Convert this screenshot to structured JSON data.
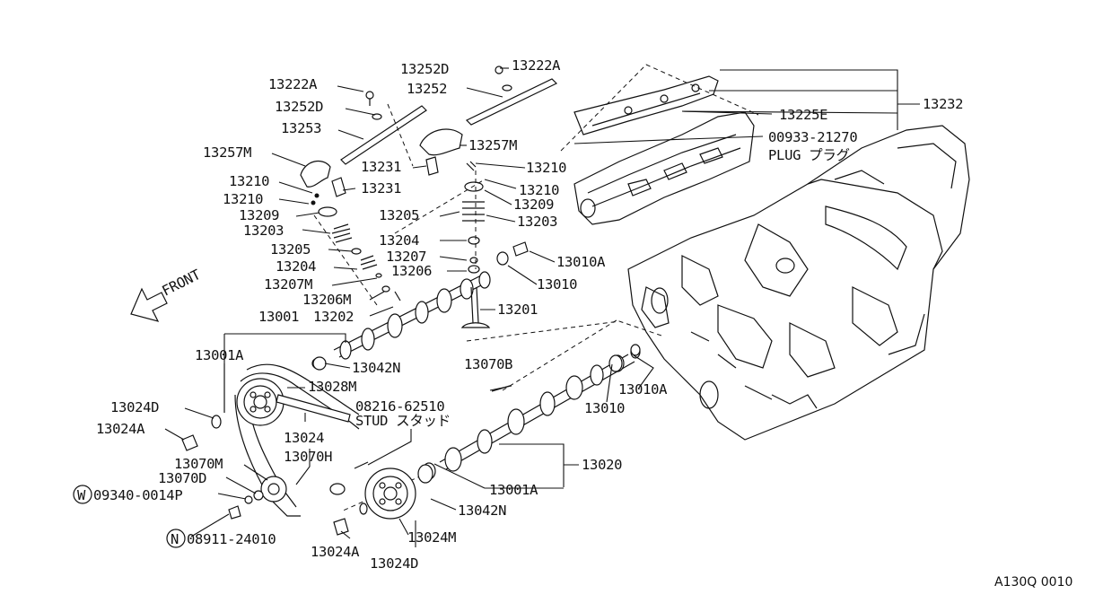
{
  "diagram_code": "A130Q 0010",
  "front_label": "FRONT",
  "callouts": {
    "p13222A_l": "13222A",
    "p13252D_l": "13252D",
    "p13253": "13253",
    "p13257M_l": "13257M",
    "p13210_l1": "13210",
    "p13210_l2": "13210",
    "p13231_a": "13231",
    "p13231_b": "13231",
    "p13209_l": "13209",
    "p13203_l": "13203",
    "p13205_l": "13205",
    "p13204_l": "13204",
    "p13207M": "13207M",
    "p13206M": "13206M",
    "p13202": "13202",
    "p13001": "13001",
    "p13001A_l": "13001A",
    "p13042N_l": "13042N",
    "p13028M": "13028M",
    "p13024D_l": "13024D",
    "p13024A_l": "13024A",
    "p13024": "13024",
    "p13070H": "13070H",
    "p13070M": "13070M",
    "p13070D": "13070D",
    "p09340": "09340-0014P",
    "p08911": "08911-24010",
    "p13024A_b": "13024A",
    "p13024M": "13024M",
    "p13024D_b": "13024D",
    "p08216": "08216-62510",
    "stud": "STUD スタッド",
    "p13252D_r": "13252D",
    "p13222A_r": "13222A",
    "p13252": "13252",
    "p13257M_r": "13257M",
    "p13210_r1": "13210",
    "p13210_r2": "13210",
    "p13209_r": "13209",
    "p13205_r": "13205",
    "p13203_r": "13203",
    "p13204_r": "13204",
    "p13207": "13207",
    "p13206": "13206",
    "p13010A_top": "13010A",
    "p13010_top": "13010",
    "p13201": "13201",
    "p13070B": "13070B",
    "p13010A_mid": "13010A",
    "p13010_mid": "13010",
    "p13020": "13020",
    "p13001A_r": "13001A",
    "p13042N_r": "13042N",
    "p13232": "13232",
    "p13225E": "13225E",
    "p00933": "00933-21270",
    "plug": "PLUG プラグ"
  },
  "circled_letters": {
    "w": "W",
    "n": "N"
  }
}
